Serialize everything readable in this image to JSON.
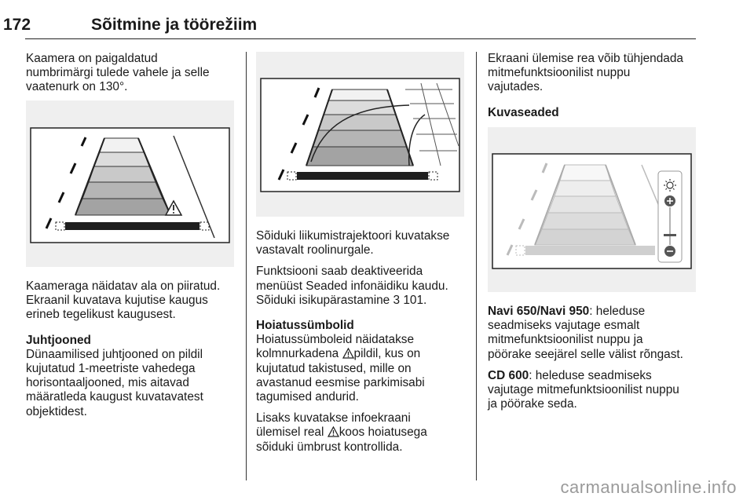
{
  "header": {
    "page_number": "172",
    "title": "Sõitmine ja töörežiim"
  },
  "col1": {
    "intro": [
      "Kaamera on paigaldatud",
      "numbrimärgi tulede vahele ja selle",
      "vaatenurk on 130°."
    ],
    "p2": [
      "Kaameraga näidatav ala on piiratud.",
      "Ekraanil kuvatava kujutise kaugus",
      "erineb tegelikust kaugusest."
    ],
    "heading": "Juhtjooned",
    "p3": [
      "Dünaamilised juhtjooned on pildil",
      "kujutatud 1-meetriste vahedega",
      "horisontaaljooned, mis aitavad",
      "määratleda kaugust kuvatavatest",
      "objektidest."
    ]
  },
  "col2": {
    "p1": [
      "Sõiduki liikumistrajektoori kuvatakse",
      "vastavalt roolinurgale."
    ],
    "p2": [
      "Funktsiooni saab deaktiveerida",
      "menüüst Seaded infonäidiku kaudu.",
      "Sõiduki isikupärastamine"
    ],
    "p2_ref_symbol": "3",
    "p2_ref_page": "101.",
    "heading": "Hoiatussümbolid",
    "p3": [
      "Hoiatussümboleid näidatakse",
      "kolmnurkadena",
      "pildil, kus on",
      "kujutatud takistused, mille on",
      "avastanud eesmise parkimisabi",
      "tagumised andurid."
    ],
    "p4": [
      "Lisaks kuvatakse infoekraani",
      "ülemisel real",
      "koos hoiatusega",
      "sõiduki ümbrust kontrollida."
    ]
  },
  "col3": {
    "p1": [
      "Ekraani ülemise rea võib tühjendada",
      "mitmefunktsioonilist nuppu",
      "vajutades."
    ],
    "heading": "Kuvaseaded",
    "p2_label": "Navi 650/Navi 950",
    "p2": [
      ": heleduse",
      "seadmiseks vajutage esmalt",
      "mitmefunktsioonilist nuppu ja",
      "pöörake seejärel selle välist rõngast."
    ],
    "p3_label": "CD 600",
    "p3": [
      ": heleduse seadmiseks",
      "vajutage mitmefunktsioonilist nuppu",
      "ja pöörake seda."
    ]
  },
  "footer": {
    "watermark": "carmanualsonline.info"
  }
}
